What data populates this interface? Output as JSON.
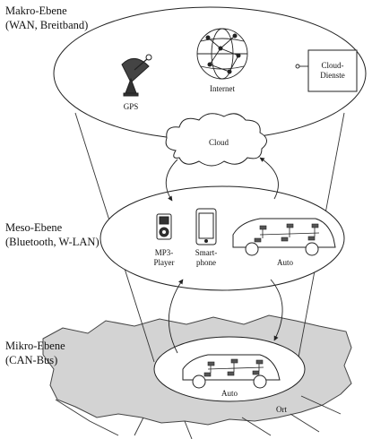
{
  "levels": {
    "makro": {
      "title": "Makro-Ebene",
      "subtitle": "(WAN, Breitband)"
    },
    "meso": {
      "title": "Meso-Ebene",
      "subtitle": "(Bluetooth, W-LAN)"
    },
    "mikro": {
      "title": "Mikro-Ebene",
      "subtitle": "(CAN-Bus)"
    }
  },
  "makro_items": {
    "gps": "GPS",
    "internet": "Internet",
    "cloud_services_line1": "Cloud-",
    "cloud_services_line2": "Dienste",
    "cloud": "Cloud"
  },
  "meso_items": {
    "mp3_line1": "MP3-",
    "mp3_line2": "Player",
    "phone_line1": "Smart-",
    "phone_line2": "phone",
    "car": "Auto"
  },
  "mikro_items": {
    "car": "Auto",
    "place": "Ort"
  }
}
